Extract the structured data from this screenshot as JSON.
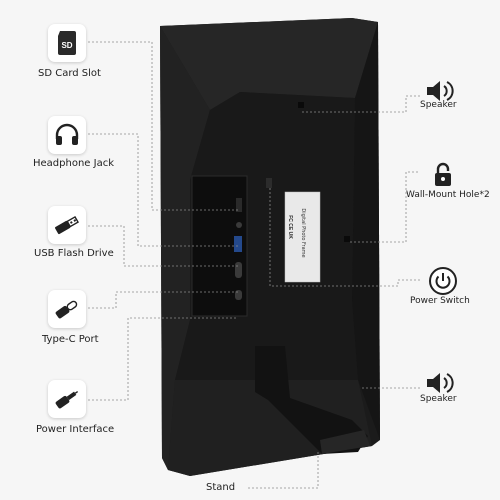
{
  "features": {
    "sd_card_slot": "SD Card Slot",
    "headphone_jack": "Headphone Jack",
    "usb_flash_drive": "USB Flash Drive",
    "type_c_port": "Type-C Port",
    "power_interface": "Power Interface",
    "speaker_top": "Speaker",
    "wall_mount_hole": "Wall-Mount Hole*2",
    "power_switch": "Power Switch",
    "speaker_bottom": "Speaker",
    "stand": "Stand"
  },
  "icons": {
    "sd_card": "sd-card-icon",
    "headphone": "headphone-icon",
    "usb": "usb-icon",
    "type_c": "type-c-icon",
    "power_plug": "power-plug-icon",
    "speaker": "speaker-icon",
    "lock": "lock-icon",
    "power": "power-icon"
  },
  "sd_card_text": "SD",
  "label_text": {
    "title": "Digital Photo Frame",
    "marks": "FC CE UK"
  },
  "colors": {
    "frame": "#1c1c1c",
    "frame_edge": "#0f0f0f",
    "leader_line": "#8a8a8a",
    "icon": "#222222",
    "background": "#f6f6f6"
  }
}
